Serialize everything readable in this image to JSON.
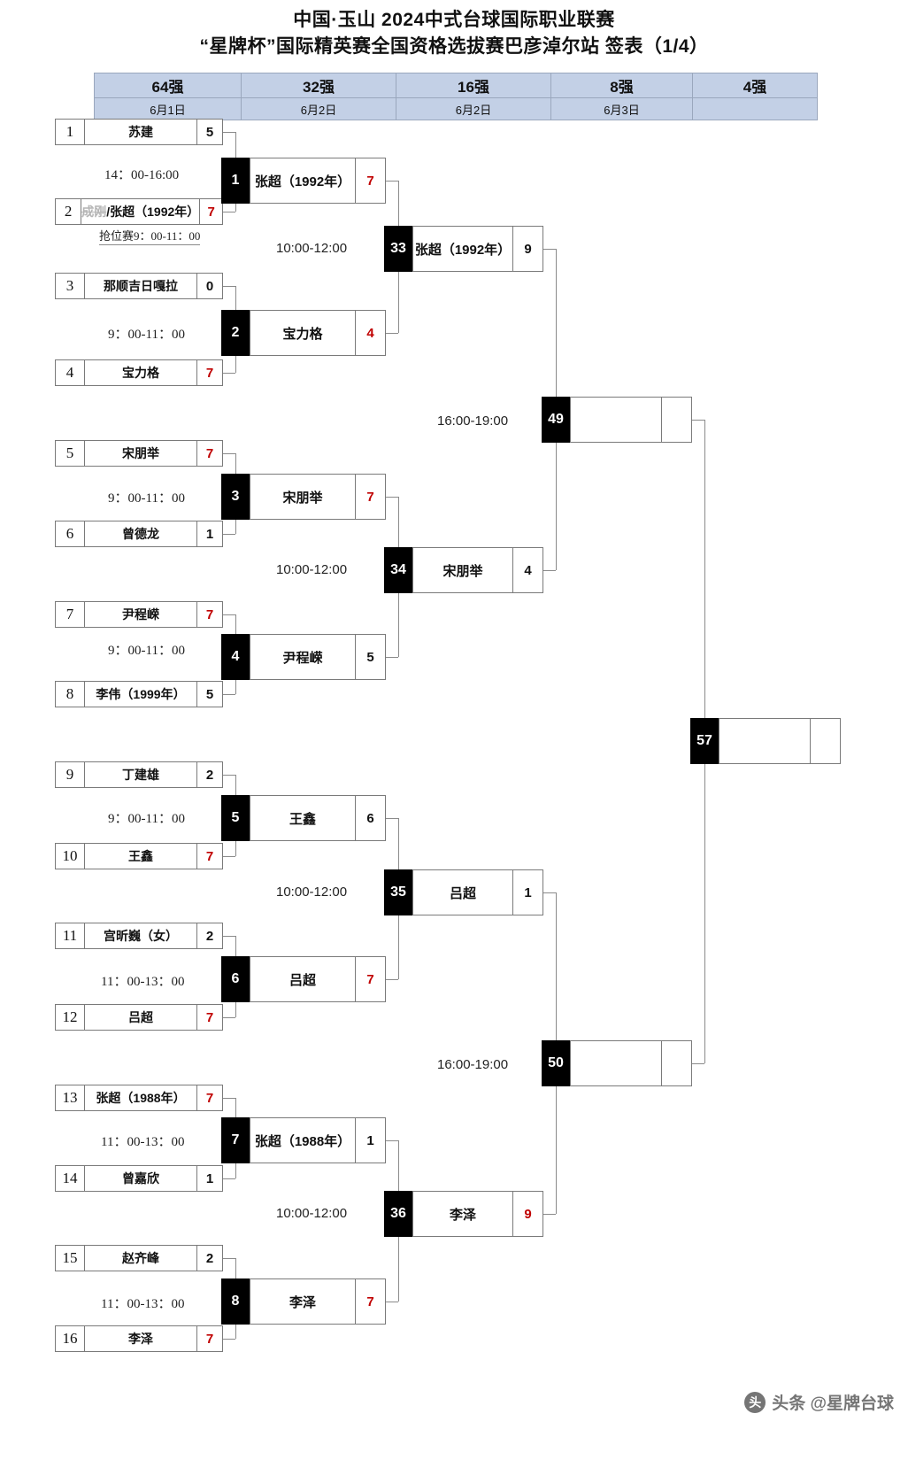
{
  "title": {
    "line1": "中国·玉山 2024中式台球国际职业联赛",
    "line2": "“星牌杯”国际精英赛全国资格选拔赛巴彦淖尔站  签表（1/4）"
  },
  "header": {
    "rounds": [
      "64强",
      "32强",
      "16强",
      "8强",
      "4强"
    ],
    "dates": [
      "6月1日",
      "6月2日",
      "6月2日",
      "6月3日",
      ""
    ]
  },
  "colors": {
    "header_bg": "#c3d0e6",
    "header_border": "#9aa7bd",
    "winner_score": "#c00000",
    "tag_bg": "#000000",
    "line": "#8a8a8a"
  },
  "round64": {
    "label": "64强",
    "players": [
      {
        "seed": "1",
        "name": "苏建",
        "score": "5",
        "winner": false
      },
      {
        "seed": "2",
        "name": "张超（1992年）",
        "score": "7",
        "winner": true,
        "struck_prefix": "成刚",
        "separator": "/"
      },
      {
        "seed": "3",
        "name": "那顺吉日嘎拉",
        "score": "0",
        "winner": false
      },
      {
        "seed": "4",
        "name": "宝力格",
        "score": "7",
        "winner": true
      },
      {
        "seed": "5",
        "name": "宋朋举",
        "score": "7",
        "winner": true
      },
      {
        "seed": "6",
        "name": "曾德龙",
        "score": "1",
        "winner": false
      },
      {
        "seed": "7",
        "name": "尹程嵘",
        "score": "7",
        "winner": true
      },
      {
        "seed": "8",
        "name": "李伟（1999年）",
        "score": "5",
        "winner": false
      },
      {
        "seed": "9",
        "name": "丁建雄",
        "score": "2",
        "winner": false
      },
      {
        "seed": "10",
        "name": "王鑫",
        "score": "7",
        "winner": true
      },
      {
        "seed": "11",
        "name": "宫昕巍（女）",
        "score": "2",
        "winner": false
      },
      {
        "seed": "12",
        "name": "吕超",
        "score": "7",
        "winner": true
      },
      {
        "seed": "13",
        "name": "张超（1988年）",
        "score": "7",
        "winner": true
      },
      {
        "seed": "14",
        "name": "曾嘉欣",
        "score": "1",
        "winner": false
      },
      {
        "seed": "15",
        "name": "赵齐峰",
        "score": "2",
        "winner": false
      },
      {
        "seed": "16",
        "name": "李泽",
        "score": "7",
        "winner": true
      }
    ],
    "times": [
      "14：00-16:00",
      "9：00-11：00",
      "9：00-11：00",
      "9：00-11：00",
      "9：00-11：00",
      "11：00-13：00",
      "11：00-13：00",
      "11：00-13：00"
    ],
    "qualifier_note": "抢位赛9：00-11：00"
  },
  "round32": {
    "label": "32强",
    "matches": [
      {
        "tag": "1",
        "name": "张超（1992年）",
        "score": "7",
        "winner": true
      },
      {
        "tag": "2",
        "name": "宝力格",
        "score": "4",
        "winner": true
      },
      {
        "tag": "3",
        "name": "宋朋举",
        "score": "7",
        "winner": true
      },
      {
        "tag": "4",
        "name": "尹程嵘",
        "score": "5",
        "winner": false
      },
      {
        "tag": "5",
        "name": "王鑫",
        "score": "6",
        "winner": false
      },
      {
        "tag": "6",
        "name": "吕超",
        "score": "7",
        "winner": true
      },
      {
        "tag": "7",
        "name": "张超（1988年）",
        "score": "1",
        "winner": false
      },
      {
        "tag": "8",
        "name": "李泽",
        "score": "7",
        "winner": true
      }
    ],
    "times": [
      "10:00-12:00",
      "10:00-12:00",
      "10:00-12:00",
      "10:00-12:00"
    ]
  },
  "round16": {
    "label": "16强",
    "matches": [
      {
        "tag": "33",
        "name": "张超（1992年）",
        "score": "9",
        "winner": false
      },
      {
        "tag": "34",
        "name": "宋朋举",
        "score": "4",
        "winner": false
      },
      {
        "tag": "35",
        "name": "吕超",
        "score": "1",
        "winner": false
      },
      {
        "tag": "36",
        "name": "李泽",
        "score": "9",
        "winner": true
      }
    ],
    "times": [
      "16:00-19:00",
      "16:00-19:00"
    ]
  },
  "round8": {
    "label": "8强",
    "matches": [
      {
        "tag": "49",
        "name": "",
        "score": "",
        "winner": false
      },
      {
        "tag": "50",
        "name": "",
        "score": "",
        "winner": false
      }
    ]
  },
  "round4": {
    "label": "4强",
    "matches": [
      {
        "tag": "57",
        "name": "",
        "score": "",
        "winner": false
      }
    ]
  },
  "watermark": {
    "logo": "头",
    "text": "头条 @星牌台球"
  }
}
